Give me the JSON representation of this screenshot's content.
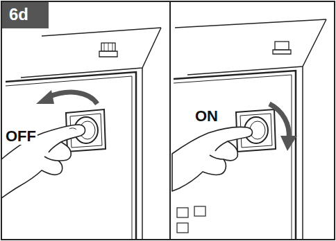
{
  "diagram": {
    "labels": [
      "6d",
      "OFF",
      "ON"
    ]
  }
}
